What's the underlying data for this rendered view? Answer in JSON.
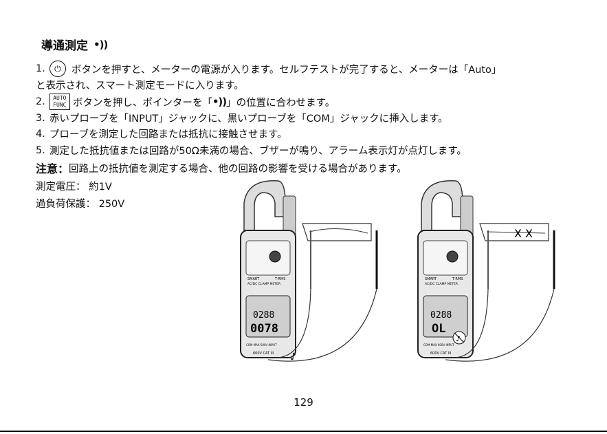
{
  "heading": {
    "title": "導通測定",
    "icon": "sound-wave-icon",
    "icon_glyph": "•))"
  },
  "steps": [
    {
      "num": "1.",
      "text": "ボタンを押すと、メーターの電源が入ります。セルフテストが完了すると、メーターは「Auto」"
    },
    {
      "num": "",
      "text": "と表示され、スマート測定モードに入ります。"
    },
    {
      "num": "2.",
      "text_before": "ボタンを押し、ポインターを「",
      "glyph": "•))",
      "text_after": "」の位置に合わせます。"
    },
    {
      "num": "3.",
      "text": "赤いプローブを「INPUT」ジャックに、黒いプローブを「COM」ジャックに挿入します。"
    },
    {
      "num": "4.",
      "text": "プローブを測定した回路または抵抗に接触させます。"
    },
    {
      "num": "5.",
      "text": "測定した抵抗値または回路が50Ω未満の場合、ブザーが鳴り、アラーム表示灯が点灯します。"
    }
  ],
  "note": {
    "label": "注意：",
    "text": "回路上の抵抗値を測定する場合、他の回路の影響を受ける場合があります。"
  },
  "specs": [
    {
      "label": "測定電圧：",
      "value": "約1V"
    },
    {
      "label": "過負荷保護：",
      "value": "250V"
    }
  ],
  "buttons": {
    "power_glyph": "⏻",
    "auto_top": "AUTO",
    "auto_bottom": "FUNC"
  },
  "meters": [
    {
      "display_top": "0288",
      "display_main": "0078",
      "brand": "SMART",
      "model": "T-RMS",
      "sub": "AC/DC CLAMP METER",
      "rating": "600V CAT III",
      "jacks": "COM   MAX 600V   INPUT",
      "break_mark": ""
    },
    {
      "display_top": "0288",
      "display_main": "OL",
      "brand": "SMART",
      "model": "T-RMS",
      "sub": "AC/DC CLAMP METER",
      "rating": "600V CAT III",
      "jacks": "COM   MAX 600V   INPUT",
      "break_mark": "X X"
    }
  ],
  "page_number": "129"
}
